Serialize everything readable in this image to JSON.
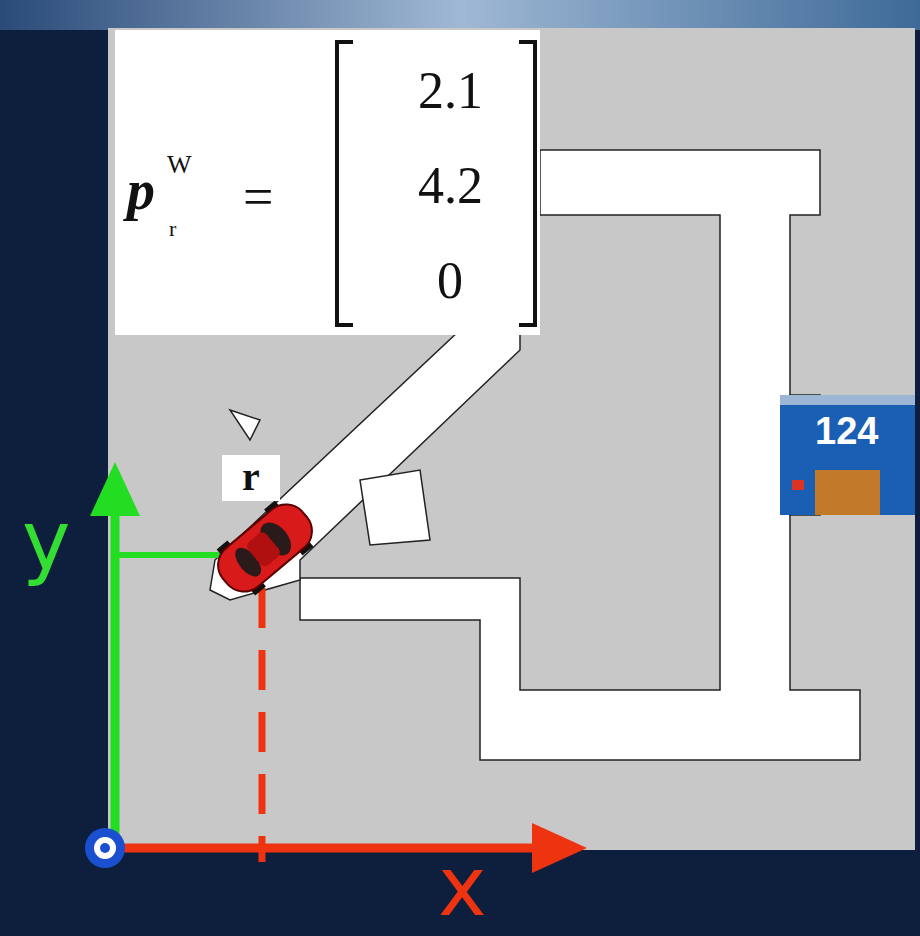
{
  "diagram": {
    "nodes": [
      {
        "text": [
          "p",
          "W",
          "r",
          "=",
          "2.1",
          "4.2",
          "0"
        ]
      },
      {
        "text": [
          "r"
        ]
      }
    ],
    "labels": [
      "y",
      "x",
      "124"
    ]
  }
}
